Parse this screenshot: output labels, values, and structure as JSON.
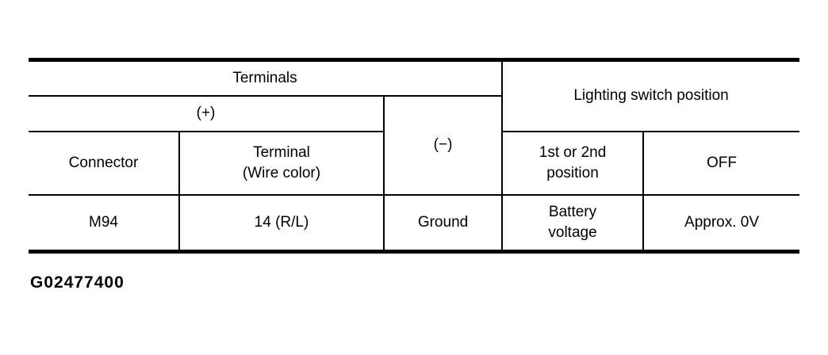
{
  "colors": {
    "background": "#ffffff",
    "text": "#000000",
    "border": "#000000"
  },
  "table": {
    "headers": {
      "terminals": "Terminals",
      "plus": "(+)",
      "minus": "(−)",
      "connector": "Connector",
      "terminal_wire_color": "Terminal\n(Wire color)",
      "lighting_switch_position": "Lighting switch position",
      "position_1st_2nd": "1st or 2nd\nposition",
      "off": "OFF"
    },
    "rows": [
      {
        "connector": "M94",
        "terminal_wire_color": "14 (R/L)",
        "minus": "Ground",
        "position_1st_2nd": "Battery\nvoltage",
        "off": "Approx. 0V"
      }
    ]
  },
  "figure_id": "G02477400"
}
